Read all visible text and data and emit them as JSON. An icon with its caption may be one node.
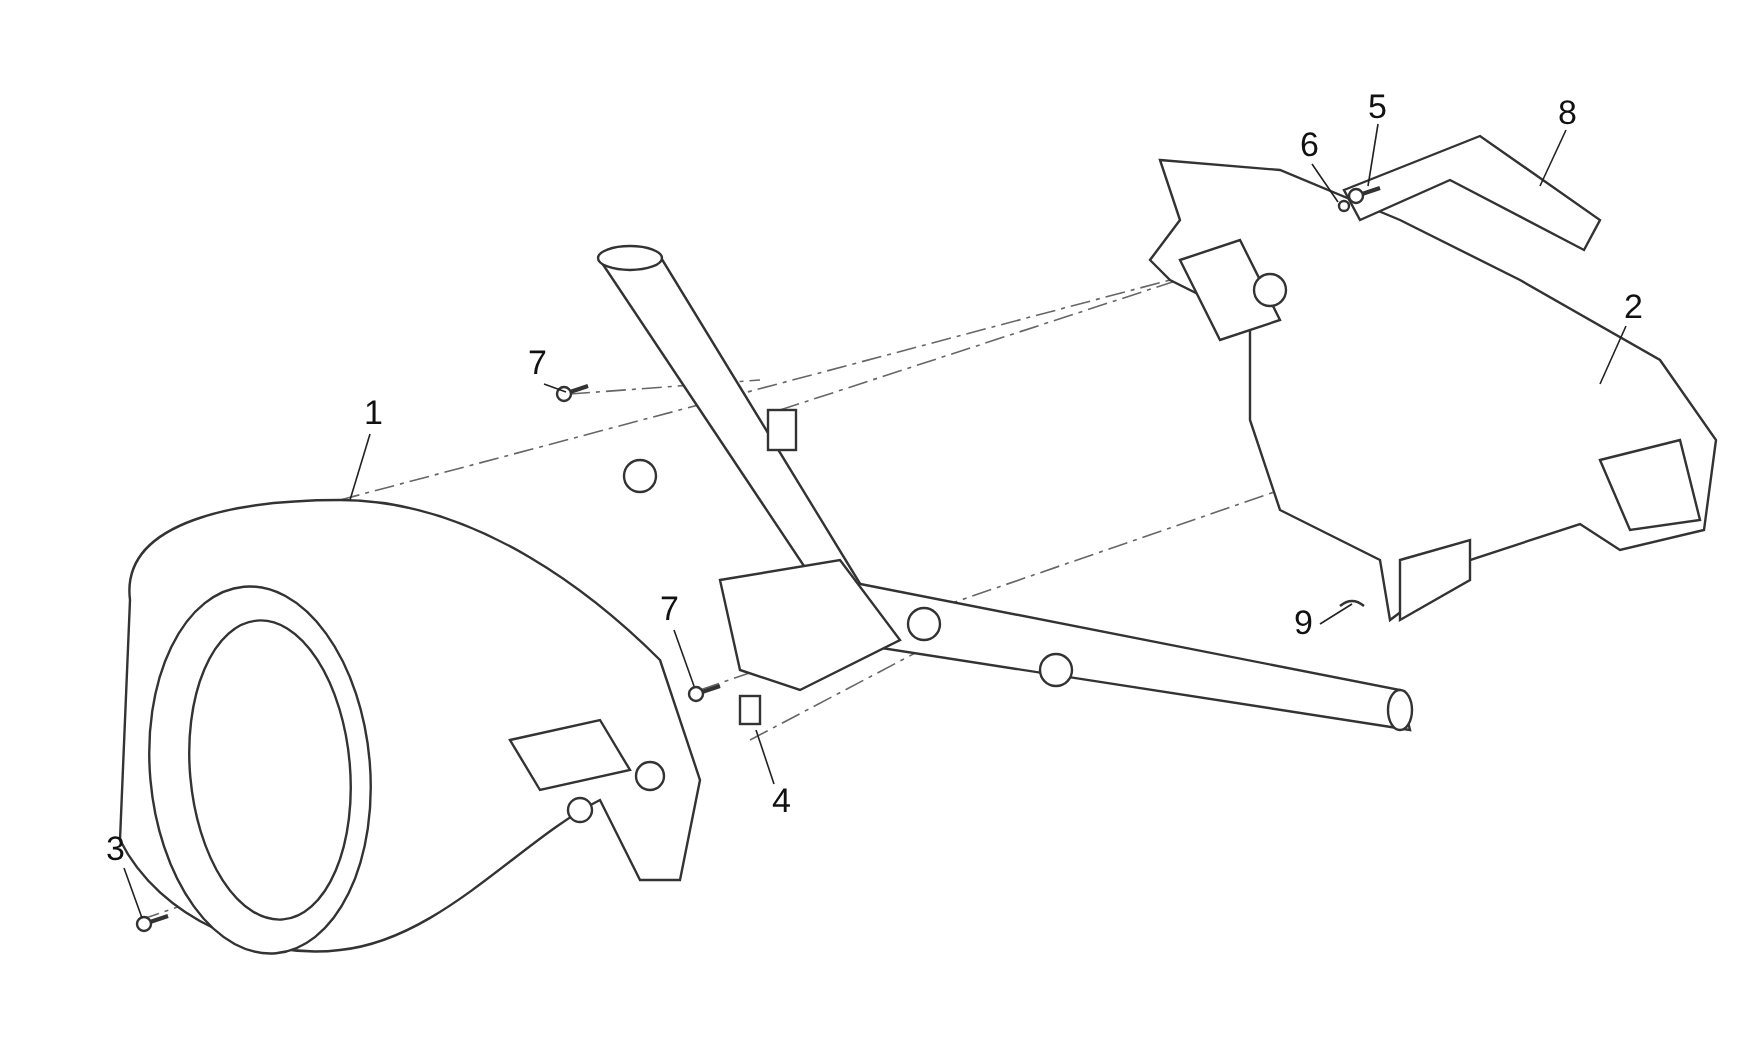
{
  "diagram": {
    "nodes": [
      {
        "text": [
          "5"
        ]
      },
      {
        "text": [
          "8"
        ]
      },
      {
        "text": [
          "6"
        ]
      },
      {
        "text": [
          "2"
        ]
      },
      {
        "text": [
          "7"
        ]
      },
      {
        "text": [
          "1"
        ]
      },
      {
        "text": [
          "7"
        ]
      },
      {
        "text": [
          "9"
        ]
      },
      {
        "text": [
          "4"
        ]
      },
      {
        "text": [
          "3"
        ]
      }
    ],
    "edges": [
      {
        "from": 0,
        "to": null,
        "arrow": "none"
      },
      {
        "from": 1,
        "to": null,
        "arrow": "none"
      },
      {
        "from": 2,
        "to": null,
        "arrow": "none"
      },
      {
        "from": 3,
        "to": null,
        "arrow": "none"
      },
      {
        "from": 4,
        "to": null,
        "arrow": "none"
      },
      {
        "from": 5,
        "to": null,
        "arrow": "none"
      },
      {
        "from": 6,
        "to": null,
        "arrow": "none"
      },
      {
        "from": 7,
        "to": null,
        "arrow": "none"
      },
      {
        "from": 8,
        "to": null,
        "arrow": "none"
      },
      {
        "from": 9,
        "to": null,
        "arrow": "none"
      }
    ]
  }
}
